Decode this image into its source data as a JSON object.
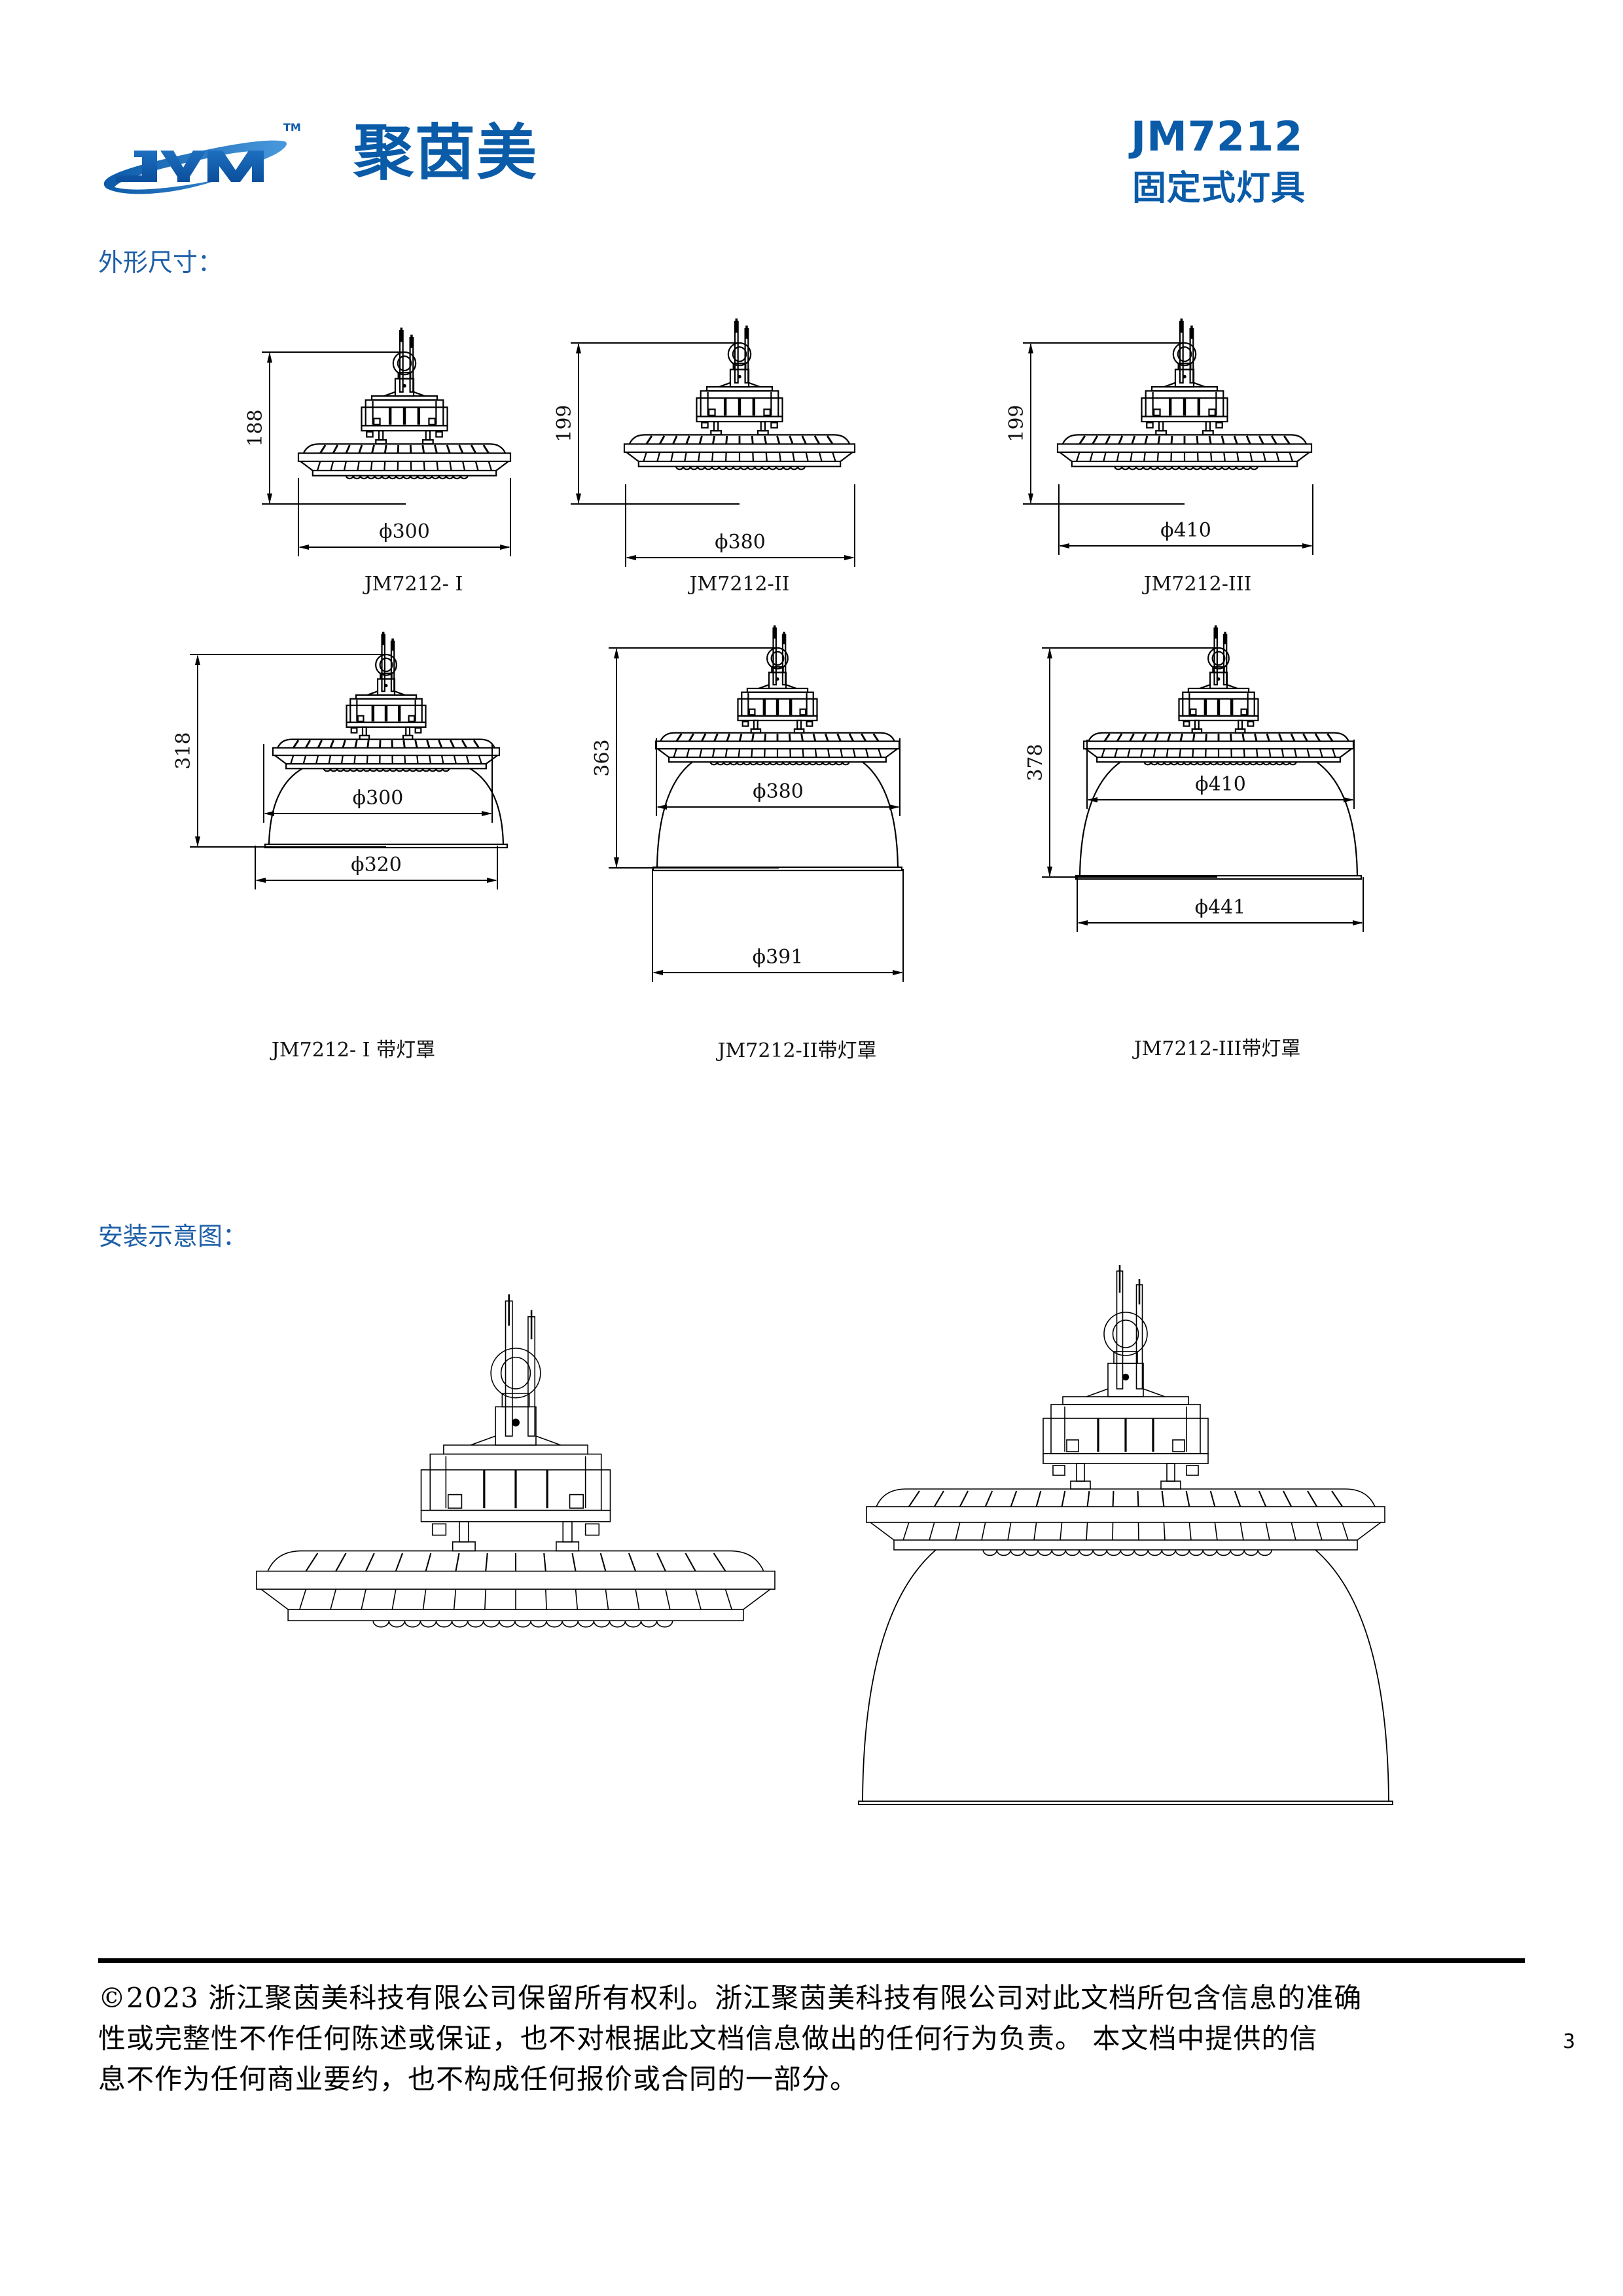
{
  "header": {
    "logo_text": "JYM",
    "logo_trademark": "TM",
    "brand_name": "聚茵美",
    "model_code": "JM7212",
    "model_type": "固定式灯具"
  },
  "colors": {
    "brand_blue": "#0a5ba8",
    "logo_light_blue": "#3a8fd6",
    "section_title": "#1e5fa8"
  },
  "sections": {
    "dimensions_title": "外形尺寸：",
    "installation_title": "安装示意图："
  },
  "dimension_drawings": [
    {
      "id": "I",
      "caption": "JM7212- I",
      "height_label": "188",
      "diameter_label": "ϕ300",
      "has_shade": false
    },
    {
      "id": "II",
      "caption": "JM7212-II",
      "height_label": "199",
      "diameter_label": "ϕ380",
      "has_shade": false
    },
    {
      "id": "III",
      "caption": "JM7212-III",
      "height_label": "199",
      "diameter_label": "ϕ410",
      "has_shade": false
    },
    {
      "id": "I-shade",
      "caption": "JM7212- I 带灯罩",
      "height_label": "318",
      "diameter_label": "ϕ300",
      "shade_diameter_label": "ϕ320",
      "has_shade": true
    },
    {
      "id": "II-shade",
      "caption": "JM7212-II带灯罩",
      "height_label": "363",
      "diameter_label": "ϕ380",
      "shade_diameter_label": "ϕ391",
      "has_shade": true
    },
    {
      "id": "III-shade",
      "caption": "JM7212-III带灯罩",
      "height_label": "378",
      "diameter_label": "ϕ410",
      "shade_diameter_label": "ϕ441",
      "has_shade": true
    }
  ],
  "installation_drawings": [
    {
      "id": "install-without-shade",
      "has_shade": false
    },
    {
      "id": "install-with-shade",
      "has_shade": true
    }
  ],
  "footer": {
    "lines": [
      "©2023 浙江聚茵美科技有限公司保留所有权利。浙江聚茵美科技有限公司对此文档所包含信息的准确",
      "性或完整性不作任何陈述或保证，也不对根据此文档信息做出的任何行为负责。 本文档中提供的信",
      "息不作为任何商业要约，也不构成任何报价或合同的一部分。"
    ],
    "page_number": "3"
  }
}
